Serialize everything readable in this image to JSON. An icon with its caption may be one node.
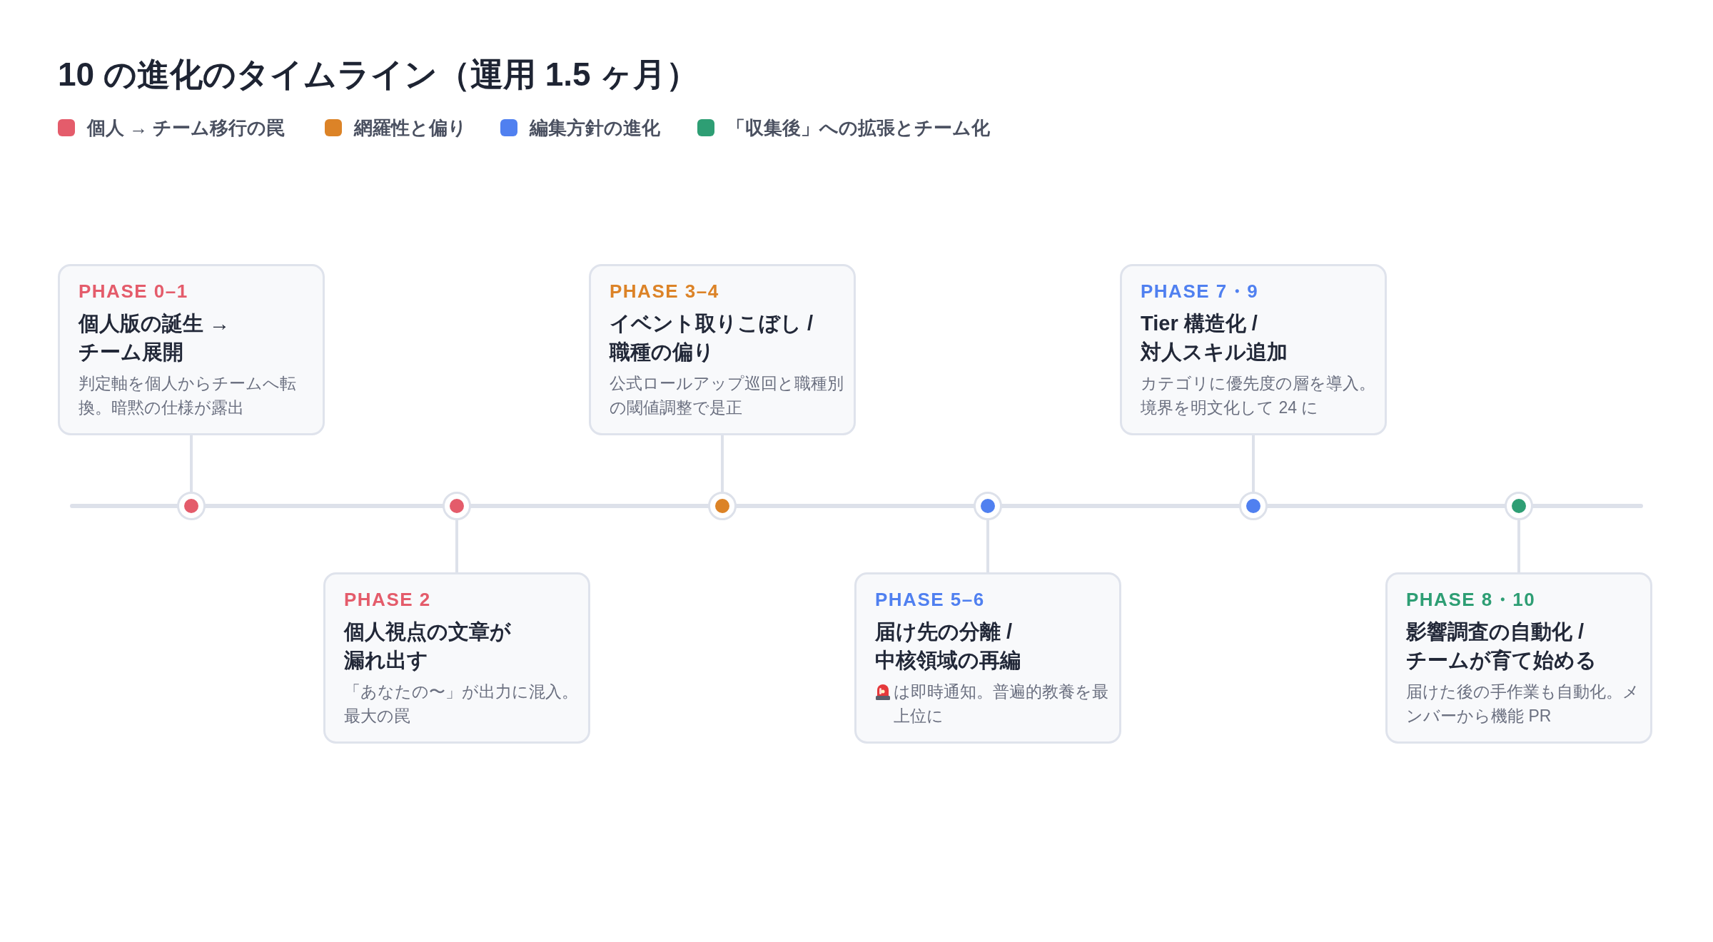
{
  "diagram": {
    "title": "10 の進化のタイムライン（運用 1.5 ヶ月）",
    "nodes": [
      {
        "text": [
          "PHASE 0–1",
          "個人版の誕生 → チーム展開",
          "判定軸を個人からチームへ転換。暗黙の仕様が露出"
        ]
      },
      {
        "text": [
          "PHASE 2",
          "個人視点の文章が漏れ出す",
          "「あなたの〜」が出力に混入。最大の罠"
        ]
      },
      {
        "text": [
          "PHASE 3–4",
          "イベント取りこぼし / 職種の偏り",
          "公式ロールアップ巡回と職種別の閾値調整で是正"
        ]
      },
      {
        "text": [
          "PHASE 5–6",
          "届け先の分離 / 中核領域の再編",
          "は即時通知。普遍的教養を最上位に"
        ]
      },
      {
        "text": [
          "PHASE 7・9",
          "Tier 構造化 / 対人スキル追加",
          "カテゴリに優先度の層を導入。境界を明文化して 24 に"
        ]
      },
      {
        "text": [
          "PHASE 8・10",
          "影響調査の自動化 / チームが育て始める",
          "届けた後の手作業も自動化。メンバーから機能 PR"
        ]
      },
      {
        "text": [],
        "shape": "circle"
      },
      {
        "text": [],
        "shape": "circle"
      },
      {
        "text": [],
        "shape": "circle"
      },
      {
        "text": [],
        "shape": "circle"
      },
      {
        "text": [],
        "shape": "circle"
      },
      {
        "text": [],
        "shape": "circle"
      }
    ],
    "edges": [
      {
        "from": 0,
        "to": 6,
        "arrow": "none"
      },
      {
        "from": 1,
        "to": 7,
        "arrow": "none"
      },
      {
        "from": 2,
        "to": 8,
        "arrow": "none"
      },
      {
        "from": 3,
        "to": 9,
        "arrow": "none"
      },
      {
        "from": 4,
        "to": 10,
        "arrow": "none"
      },
      {
        "from": 5,
        "to": 11,
        "arrow": "none"
      }
    ],
    "legend": [
      {
        "text": "個人 → チーム移行の罠",
        "color": "#e45c6b"
      },
      {
        "text": "網羅性と偏り",
        "color": "#dc8327"
      },
      {
        "text": "編集方針の進化",
        "color": "#5080f0"
      },
      {
        "text": "「収集後」への拡張とチーム化",
        "color": "#2e9e74"
      }
    ]
  }
}
